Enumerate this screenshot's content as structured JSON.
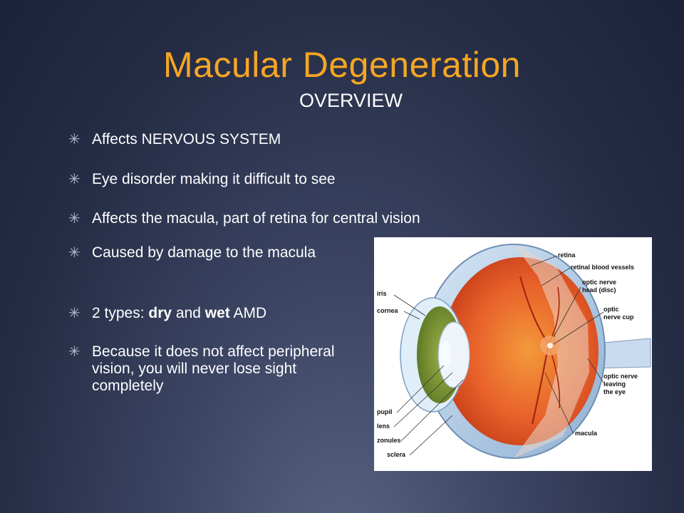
{
  "slide": {
    "title": "Macular Degeneration",
    "subtitle": "OVERVIEW",
    "bullet_glyph": "✳",
    "bullets": [
      "Affects NERVOUS SYSTEM",
      "Eye disorder making it difficult to see",
      "Affects the macula, part of retina for central vision",
      "Caused by damage to the macula",
      {
        "prefix": "2 types: ",
        "dry": "dry",
        "mid": " and ",
        "wet": "wet",
        "suffix": " AMD"
      },
      "Because it does not affect peripheral vision, you will never lose sight completely"
    ]
  },
  "diagram": {
    "labels": {
      "retina": "retina",
      "retinal_blood_vessels": "retinal blood vessels",
      "optic_nerve_head_1": "optic nerve",
      "optic_nerve_head_2": "head (disc)",
      "optic_nerve_cup_1": "optic",
      "optic_nerve_cup_2": "nerve cup",
      "iris": "iris",
      "cornea": "cornea",
      "optic_nerve_leaving_1": "optic nerve",
      "optic_nerve_leaving_2": "leaving",
      "optic_nerve_leaving_3": "the eye",
      "pupil": "pupil",
      "lens": "lens",
      "zonules": "zonules",
      "sclera": "sclera",
      "macula": "macula"
    }
  },
  "colors": {
    "title": "#f5a623",
    "text": "#ffffff",
    "background": "#2a3150"
  }
}
